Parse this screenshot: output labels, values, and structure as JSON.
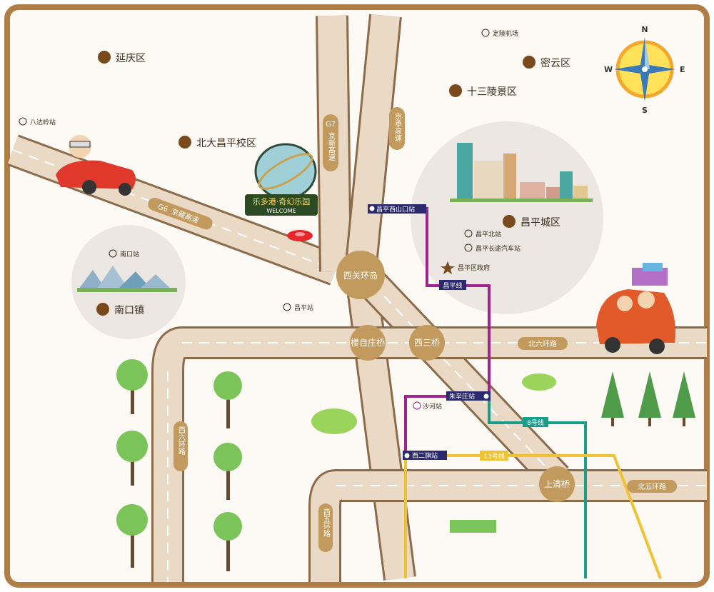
{
  "districts": {
    "yanqing": "延庆区",
    "miyun": "密云区",
    "ming_tombs": "十三陵景区",
    "pku_campus": "北大昌平校区",
    "changping_city": "昌平城区",
    "nankou_town": "南口镇"
  },
  "places": {
    "airport": "定陵机场",
    "badaling_station": "八达岭站",
    "nankou_station": "南口站",
    "changping_station": "昌平站",
    "changping_north_station": "昌平北站",
    "changping_bus_station": "昌平长途汽车站",
    "changping_government": "昌平区政府"
  },
  "roads": {
    "g6": "G6",
    "g6_name": "京藏高速",
    "g7": "G7",
    "g7_name": "京新高速",
    "jingcheng": "京承高速",
    "north_6th_ring": "北六环路",
    "north_5th_ring": "北五环路",
    "west_6th_ring": "西六环路",
    "west_5th_ring": "西五环路"
  },
  "junctions": {
    "xiguan": "西关环岛",
    "shahe_bridge": "楼自庄桥",
    "xisan_bridge": "西三桥",
    "shangqing_bridge": "上清桥"
  },
  "metro": {
    "changping_line": "昌平线",
    "line8": "8号线",
    "line13": "13号线",
    "changping_xishankou": "昌平西山口站",
    "zhuxinzhuang": "朱辛庄站",
    "shahe": "沙河站",
    "xierqi": "西二旗站"
  },
  "attraction_sign": {
    "line1": "乐多港·奇幻乐园",
    "line2": "WELCOME"
  },
  "compass": {
    "n": "N",
    "s": "S",
    "e": "E",
    "w": "W"
  },
  "colors": {
    "frame": "#b07d45",
    "road_fill": "#ead9c5",
    "road_border": "#8b6b4a",
    "roundabout": "#c39a5e",
    "dot": "#7a4a1c",
    "metro_changping": "#a0248f",
    "metro_line8": "#1a9e8c",
    "metro_line13": "#f1c232"
  }
}
